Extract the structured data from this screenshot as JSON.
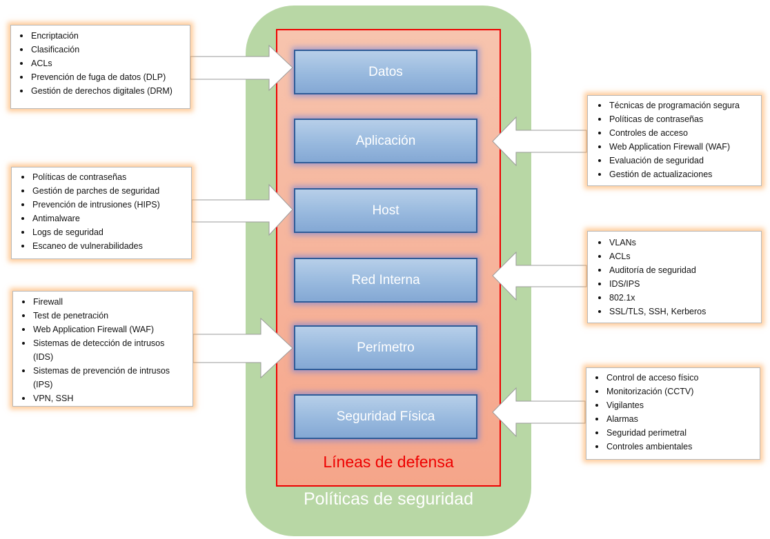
{
  "outer_label": "Políticas de seguridad",
  "inner_label": "Líneas de defensa",
  "layers": [
    {
      "label": "Datos"
    },
    {
      "label": "Aplicación"
    },
    {
      "label": "Host"
    },
    {
      "label": "Red Interna"
    },
    {
      "label": "Perímetro"
    },
    {
      "label": "Seguridad Física"
    }
  ],
  "cards": {
    "datos": [
      "Encriptación",
      "Clasificación",
      "ACLs",
      "Prevención de fuga de datos (DLP)",
      "Gestión de derechos digitales (DRM)"
    ],
    "aplicacion": [
      "Técnicas de programación segura",
      "Políticas de contraseñas",
      "Controles de acceso",
      "Web Application Firewall (WAF)",
      "Evaluación de seguridad",
      "Gestión de actualizaciones"
    ],
    "host": [
      "Políticas de contraseñas",
      "Gestión de parches de seguridad",
      "Prevención de intrusiones (HIPS)",
      "Antimalware",
      "Logs de seguridad",
      "Escaneo de vulnerabilidades"
    ],
    "red_interna": [
      "VLANs",
      "ACLs",
      "Auditoría de seguridad",
      "IDS/IPS",
      "802.1x",
      "SSL/TLS, SSH, Kerberos"
    ],
    "perimetro": [
      "Firewall",
      "Test de penetración",
      "Web Application Firewall (WAF)",
      "Sistemas de detección de intrusos (IDS)",
      "Sistemas de prevención de intrusos (IPS)",
      "VPN, SSH"
    ],
    "seguridad_fisica": [
      "Control de acceso físico",
      "Monitorización (CCTV)",
      "Vigilantes",
      "Alarmas",
      "Seguridad perimetral",
      "Controles ambientales"
    ]
  }
}
